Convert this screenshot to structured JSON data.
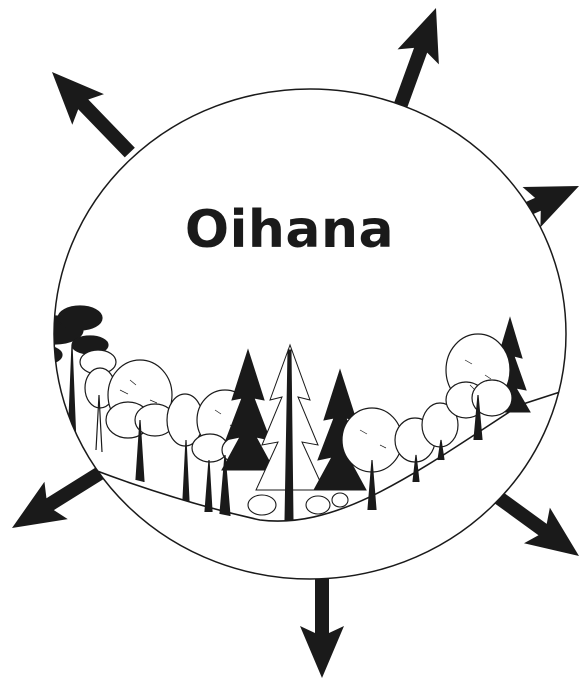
{
  "diagram": {
    "title": "Oihana",
    "ink_color": "#1a1a1a",
    "background": "#ffffff",
    "arrow_count": 6,
    "arrow_icon": "arrow-icon",
    "illustration_icon": "forest-illustration"
  }
}
